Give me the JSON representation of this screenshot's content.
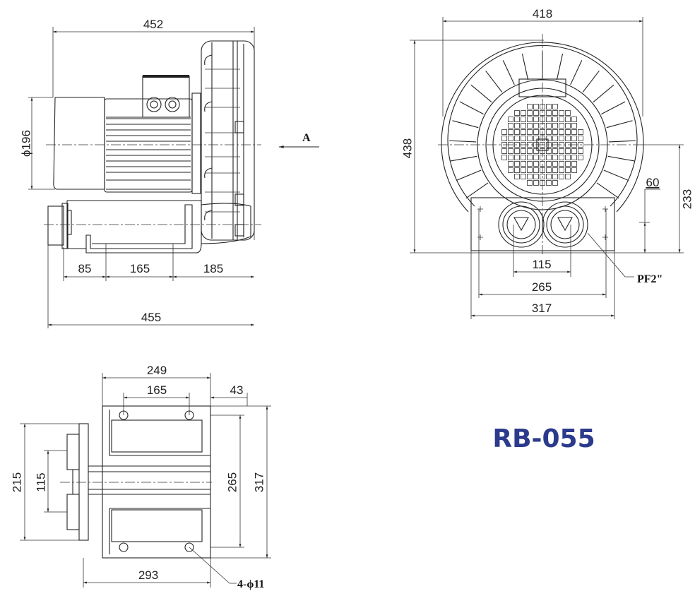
{
  "model": {
    "text": "RB-055",
    "color": "#2b3a8c"
  },
  "side_view": {
    "overall_length_top": "452",
    "motor_diameter": "ϕ196",
    "view_arrow_label": "A",
    "foot_left": "85",
    "foot_spacing": "165",
    "foot_right": "185",
    "overall_length_bottom": "455"
  },
  "front_view": {
    "width": "418",
    "height": "438",
    "port_offset": "60",
    "center_height": "233",
    "port_spacing": "115",
    "mount_spacing": "265",
    "base_width": "317",
    "port_thread": "PF2\""
  },
  "bottom_view": {
    "width_249": "249",
    "hole_spacing": "165",
    "offset_43": "43",
    "flange_height": "215",
    "flange_inner": "115",
    "hole_spacing_vertical": "265",
    "base_depth": "317",
    "base_length": "293",
    "hole_spec": "4-ϕ11"
  }
}
